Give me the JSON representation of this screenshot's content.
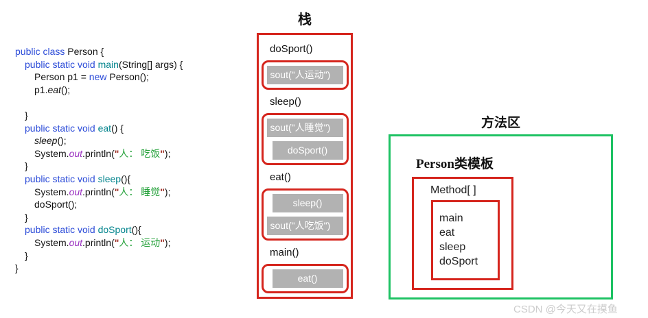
{
  "colors": {
    "red": "#d5251d",
    "green": "#1dc263",
    "chip-gray": "#b2b2b2",
    "kw": "#2b4bd8",
    "mth": "#00838c",
    "str": "#27a23c",
    "qt": "#a0342b",
    "fld": "#9a30c0",
    "watermark": "#cccccc"
  },
  "code": {
    "lines": [
      {
        "indent": 0,
        "segs": [
          {
            "t": "public class ",
            "c": "kw"
          },
          {
            "t": "Person {",
            "c": "pl"
          }
        ]
      },
      {
        "indent": 1,
        "segs": [
          {
            "t": "public static void ",
            "c": "kw"
          },
          {
            "t": "main",
            "c": "mth"
          },
          {
            "t": "(String[] args) {",
            "c": "pl"
          }
        ]
      },
      {
        "indent": 2,
        "segs": [
          {
            "t": "Person p1 = ",
            "c": "pl"
          },
          {
            "t": "new",
            "c": "kw"
          },
          {
            "t": " Person();",
            "c": "pl"
          }
        ]
      },
      {
        "indent": 2,
        "segs": [
          {
            "t": "p1.",
            "c": "pl"
          },
          {
            "t": "eat",
            "c": "it"
          },
          {
            "t": "();",
            "c": "pl"
          }
        ]
      },
      {
        "indent": 0,
        "segs": []
      },
      {
        "indent": 1,
        "segs": [
          {
            "t": "}",
            "c": "pl"
          }
        ]
      },
      {
        "indent": 1,
        "segs": [
          {
            "t": "public static void ",
            "c": "kw"
          },
          {
            "t": "eat",
            "c": "mth"
          },
          {
            "t": "() {",
            "c": "pl"
          }
        ]
      },
      {
        "indent": 2,
        "segs": [
          {
            "t": "sleep",
            "c": "it"
          },
          {
            "t": "();",
            "c": "pl"
          }
        ]
      },
      {
        "indent": 2,
        "segs": [
          {
            "t": "System.",
            "c": "pl"
          },
          {
            "t": "out",
            "c": "fld"
          },
          {
            "t": ".println(",
            "c": "pl"
          },
          {
            "t": "\"",
            "c": "qt"
          },
          {
            "t": "人： 吃饭",
            "c": "str"
          },
          {
            "t": "\"",
            "c": "qt"
          },
          {
            "t": ");",
            "c": "pl"
          }
        ]
      },
      {
        "indent": 1,
        "segs": [
          {
            "t": "}",
            "c": "pl"
          }
        ]
      },
      {
        "indent": 1,
        "segs": [
          {
            "t": "public static void ",
            "c": "kw"
          },
          {
            "t": "sleep",
            "c": "mth"
          },
          {
            "t": "(){",
            "c": "pl"
          }
        ]
      },
      {
        "indent": 2,
        "segs": [
          {
            "t": "System.",
            "c": "pl"
          },
          {
            "t": "out",
            "c": "fld"
          },
          {
            "t": ".println(",
            "c": "pl"
          },
          {
            "t": "\"",
            "c": "qt"
          },
          {
            "t": "人： 睡觉",
            "c": "str"
          },
          {
            "t": "\"",
            "c": "qt"
          },
          {
            "t": ");",
            "c": "pl"
          }
        ]
      },
      {
        "indent": 2,
        "segs": [
          {
            "t": "doSport();",
            "c": "pl"
          }
        ]
      },
      {
        "indent": 1,
        "segs": [
          {
            "t": "}",
            "c": "pl"
          }
        ]
      },
      {
        "indent": 1,
        "segs": [
          {
            "t": "public static void ",
            "c": "kw"
          },
          {
            "t": "doSport",
            "c": "mth"
          },
          {
            "t": "(){",
            "c": "pl"
          }
        ]
      },
      {
        "indent": 2,
        "segs": [
          {
            "t": "System.",
            "c": "pl"
          },
          {
            "t": "out",
            "c": "fld"
          },
          {
            "t": ".println(",
            "c": "pl"
          },
          {
            "t": "\"",
            "c": "qt"
          },
          {
            "t": "人： 运动",
            "c": "str"
          },
          {
            "t": "\"",
            "c": "qt"
          },
          {
            "t": ");",
            "c": "pl"
          }
        ]
      },
      {
        "indent": 1,
        "segs": [
          {
            "t": "}",
            "c": "pl"
          }
        ]
      },
      {
        "indent": 0,
        "segs": [
          {
            "t": "}",
            "c": "pl"
          }
        ]
      }
    ]
  },
  "stack": {
    "title": "栈",
    "frames": [
      {
        "label": "doSport()",
        "calls": [
          {
            "text": "sout(\"人运动\")",
            "style": "left"
          }
        ]
      },
      {
        "label": "sleep()",
        "calls": [
          {
            "text": "sout(\"人睡觉\")",
            "style": "left"
          },
          {
            "text": "doSport()",
            "style": "center-indent"
          }
        ]
      },
      {
        "label": "eat()",
        "calls": [
          {
            "text": "sleep()",
            "style": "center-indent"
          },
          {
            "text": "sout(\"人吃饭\")",
            "style": "left"
          }
        ]
      },
      {
        "label": "main()",
        "calls": [
          {
            "text": "eat()",
            "style": "center-indent"
          }
        ]
      }
    ]
  },
  "method_area": {
    "title": "方法区",
    "class_label": "Person类模板",
    "array_label": "Method[ ]",
    "methods": [
      "main",
      "eat",
      "sleep",
      "doSport"
    ]
  },
  "watermark": "CSDN @今天又在摸鱼"
}
